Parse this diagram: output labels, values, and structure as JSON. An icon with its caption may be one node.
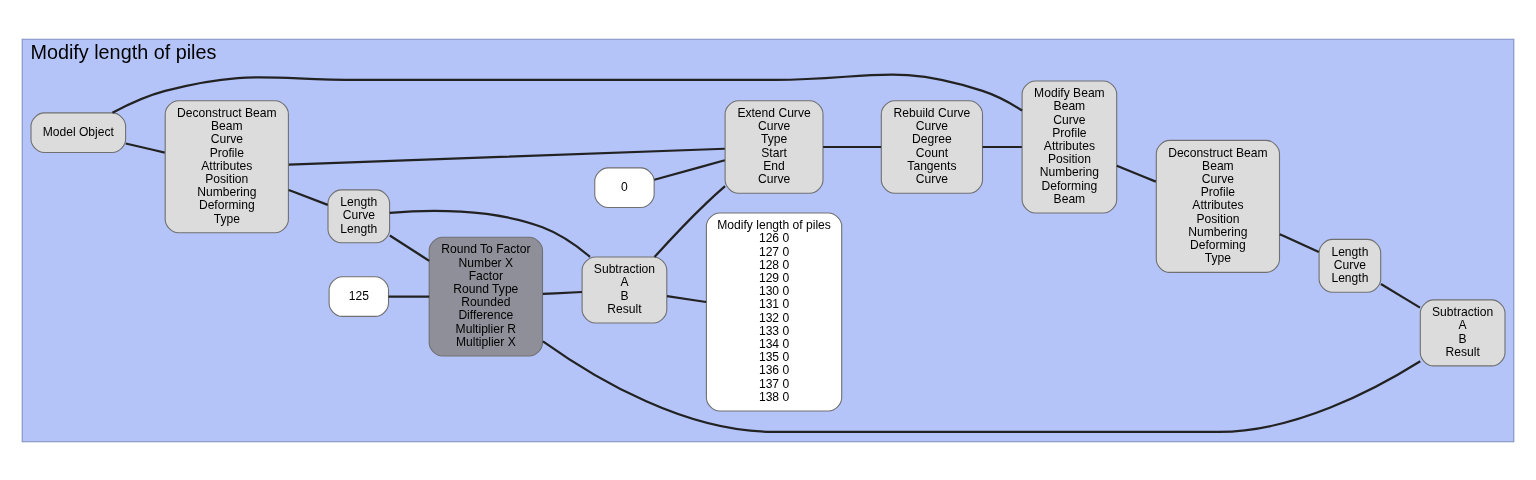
{
  "diagram": {
    "nodes": [
      {
        "text": [
          "Modify length of piles"
        ]
      },
      {
        "text": [
          "Model Object"
        ],
        "in": 0
      },
      {
        "text": [
          "Deconstruct Beam",
          "Beam",
          "Curve",
          "Profile",
          "Attributes",
          "Position",
          "Numbering",
          "Deforming",
          "Type"
        ],
        "in": 0
      },
      {
        "text": [
          "Length",
          "Curve",
          "Length"
        ],
        "in": 0
      },
      {
        "text": [
          "Subtraction",
          "A",
          "B",
          "Result"
        ],
        "in": 0
      },
      {
        "text": [
          "Modify length of piles",
          "126 0",
          "127 0",
          "128 0",
          "129 0",
          "130 0",
          "131 0",
          "132 0",
          "133 0",
          "134 0",
          "135 0",
          "136 0",
          "137 0",
          "138 0"
        ],
        "in": 0
      },
      {
        "text": [
          "Round To Factor",
          "Number X",
          "Factor",
          "Round Type",
          "Rounded",
          "Difference",
          "Multiplier R",
          "Multiplier X"
        ],
        "in": 0
      },
      {
        "text": [
          "125"
        ],
        "in": 0
      },
      {
        "text": [
          "Extend Curve",
          "Curve",
          "Type",
          "Start",
          "End",
          "Curve"
        ],
        "in": 0
      },
      {
        "text": [
          "0"
        ],
        "in": 0
      },
      {
        "text": [
          "Rebuild Curve",
          "Curve",
          "Degree",
          "Count",
          "Tangents",
          "Curve"
        ],
        "in": 0
      },
      {
        "text": [
          "Modify Beam",
          "Beam",
          "Curve",
          "Profile",
          "Attributes",
          "Position",
          "Numbering",
          "Deforming",
          "Beam"
        ],
        "in": 0
      },
      {
        "text": [
          "Deconstruct Beam",
          "Beam",
          "Curve",
          "Profile",
          "Attributes",
          "Position",
          "Numbering",
          "Deforming",
          "Type"
        ],
        "in": 0
      },
      {
        "text": [
          "Length",
          "Curve",
          "Length"
        ],
        "in": 0
      },
      {
        "text": [
          "Subtraction",
          "A",
          "B",
          "Result"
        ],
        "in": 0
      }
    ],
    "edges": [
      {
        "from": 1,
        "to": 2,
        "arrow": "none"
      },
      {
        "from": 1,
        "to": 11,
        "arrow": "none"
      },
      {
        "from": 2,
        "to": 3,
        "arrow": "none"
      },
      {
        "from": 2,
        "to": 8,
        "arrow": "none"
      },
      {
        "from": 3,
        "to": 4,
        "arrow": "none"
      },
      {
        "from": 3,
        "to": 6,
        "arrow": "none"
      },
      {
        "from": 7,
        "to": 6,
        "arrow": "none"
      },
      {
        "from": 6,
        "to": 4,
        "arrow": "none"
      },
      {
        "from": 6,
        "to": 14,
        "arrow": "none"
      },
      {
        "from": 4,
        "to": 5,
        "arrow": "none"
      },
      {
        "from": 4,
        "to": 8,
        "arrow": "none"
      },
      {
        "from": 9,
        "to": 8,
        "arrow": "none"
      },
      {
        "from": 8,
        "to": 10,
        "arrow": "none"
      },
      {
        "from": 10,
        "to": 11,
        "arrow": "none"
      },
      {
        "from": 11,
        "to": 12,
        "arrow": "none"
      },
      {
        "from": 12,
        "to": 13,
        "arrow": "none"
      },
      {
        "from": 13,
        "to": 14,
        "arrow": "none"
      }
    ]
  }
}
